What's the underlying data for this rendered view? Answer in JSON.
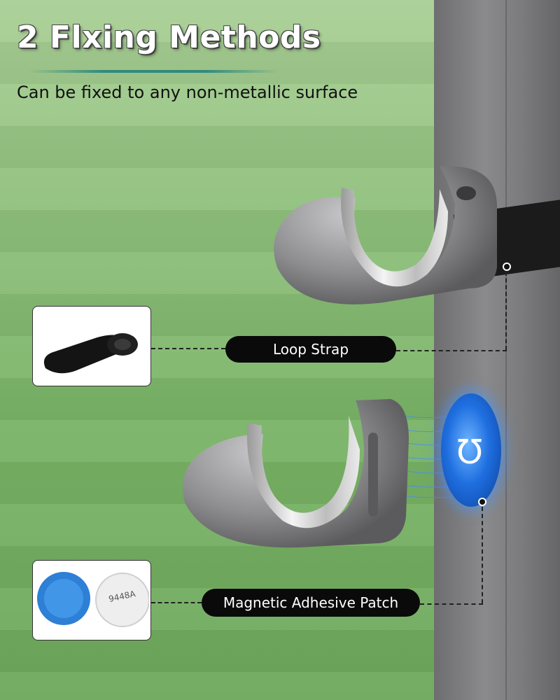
{
  "title": "2 Flxing Methods",
  "subtitle": "Can be fixed to any non-metallic surface",
  "methods": [
    {
      "label": "Loop Strap",
      "thumbnail_icon": "velcro-strap-icon"
    },
    {
      "label": "Magnetic Adhesive Patch",
      "thumbnail_icon": "adhesive-patch-icon"
    }
  ],
  "patch_print": "9448A",
  "colors": {
    "pill": "#0a0a0a",
    "pill_text": "#ffffff",
    "title_underline": "#2f8a7c",
    "magnet_glow": "#1f6fe0"
  }
}
